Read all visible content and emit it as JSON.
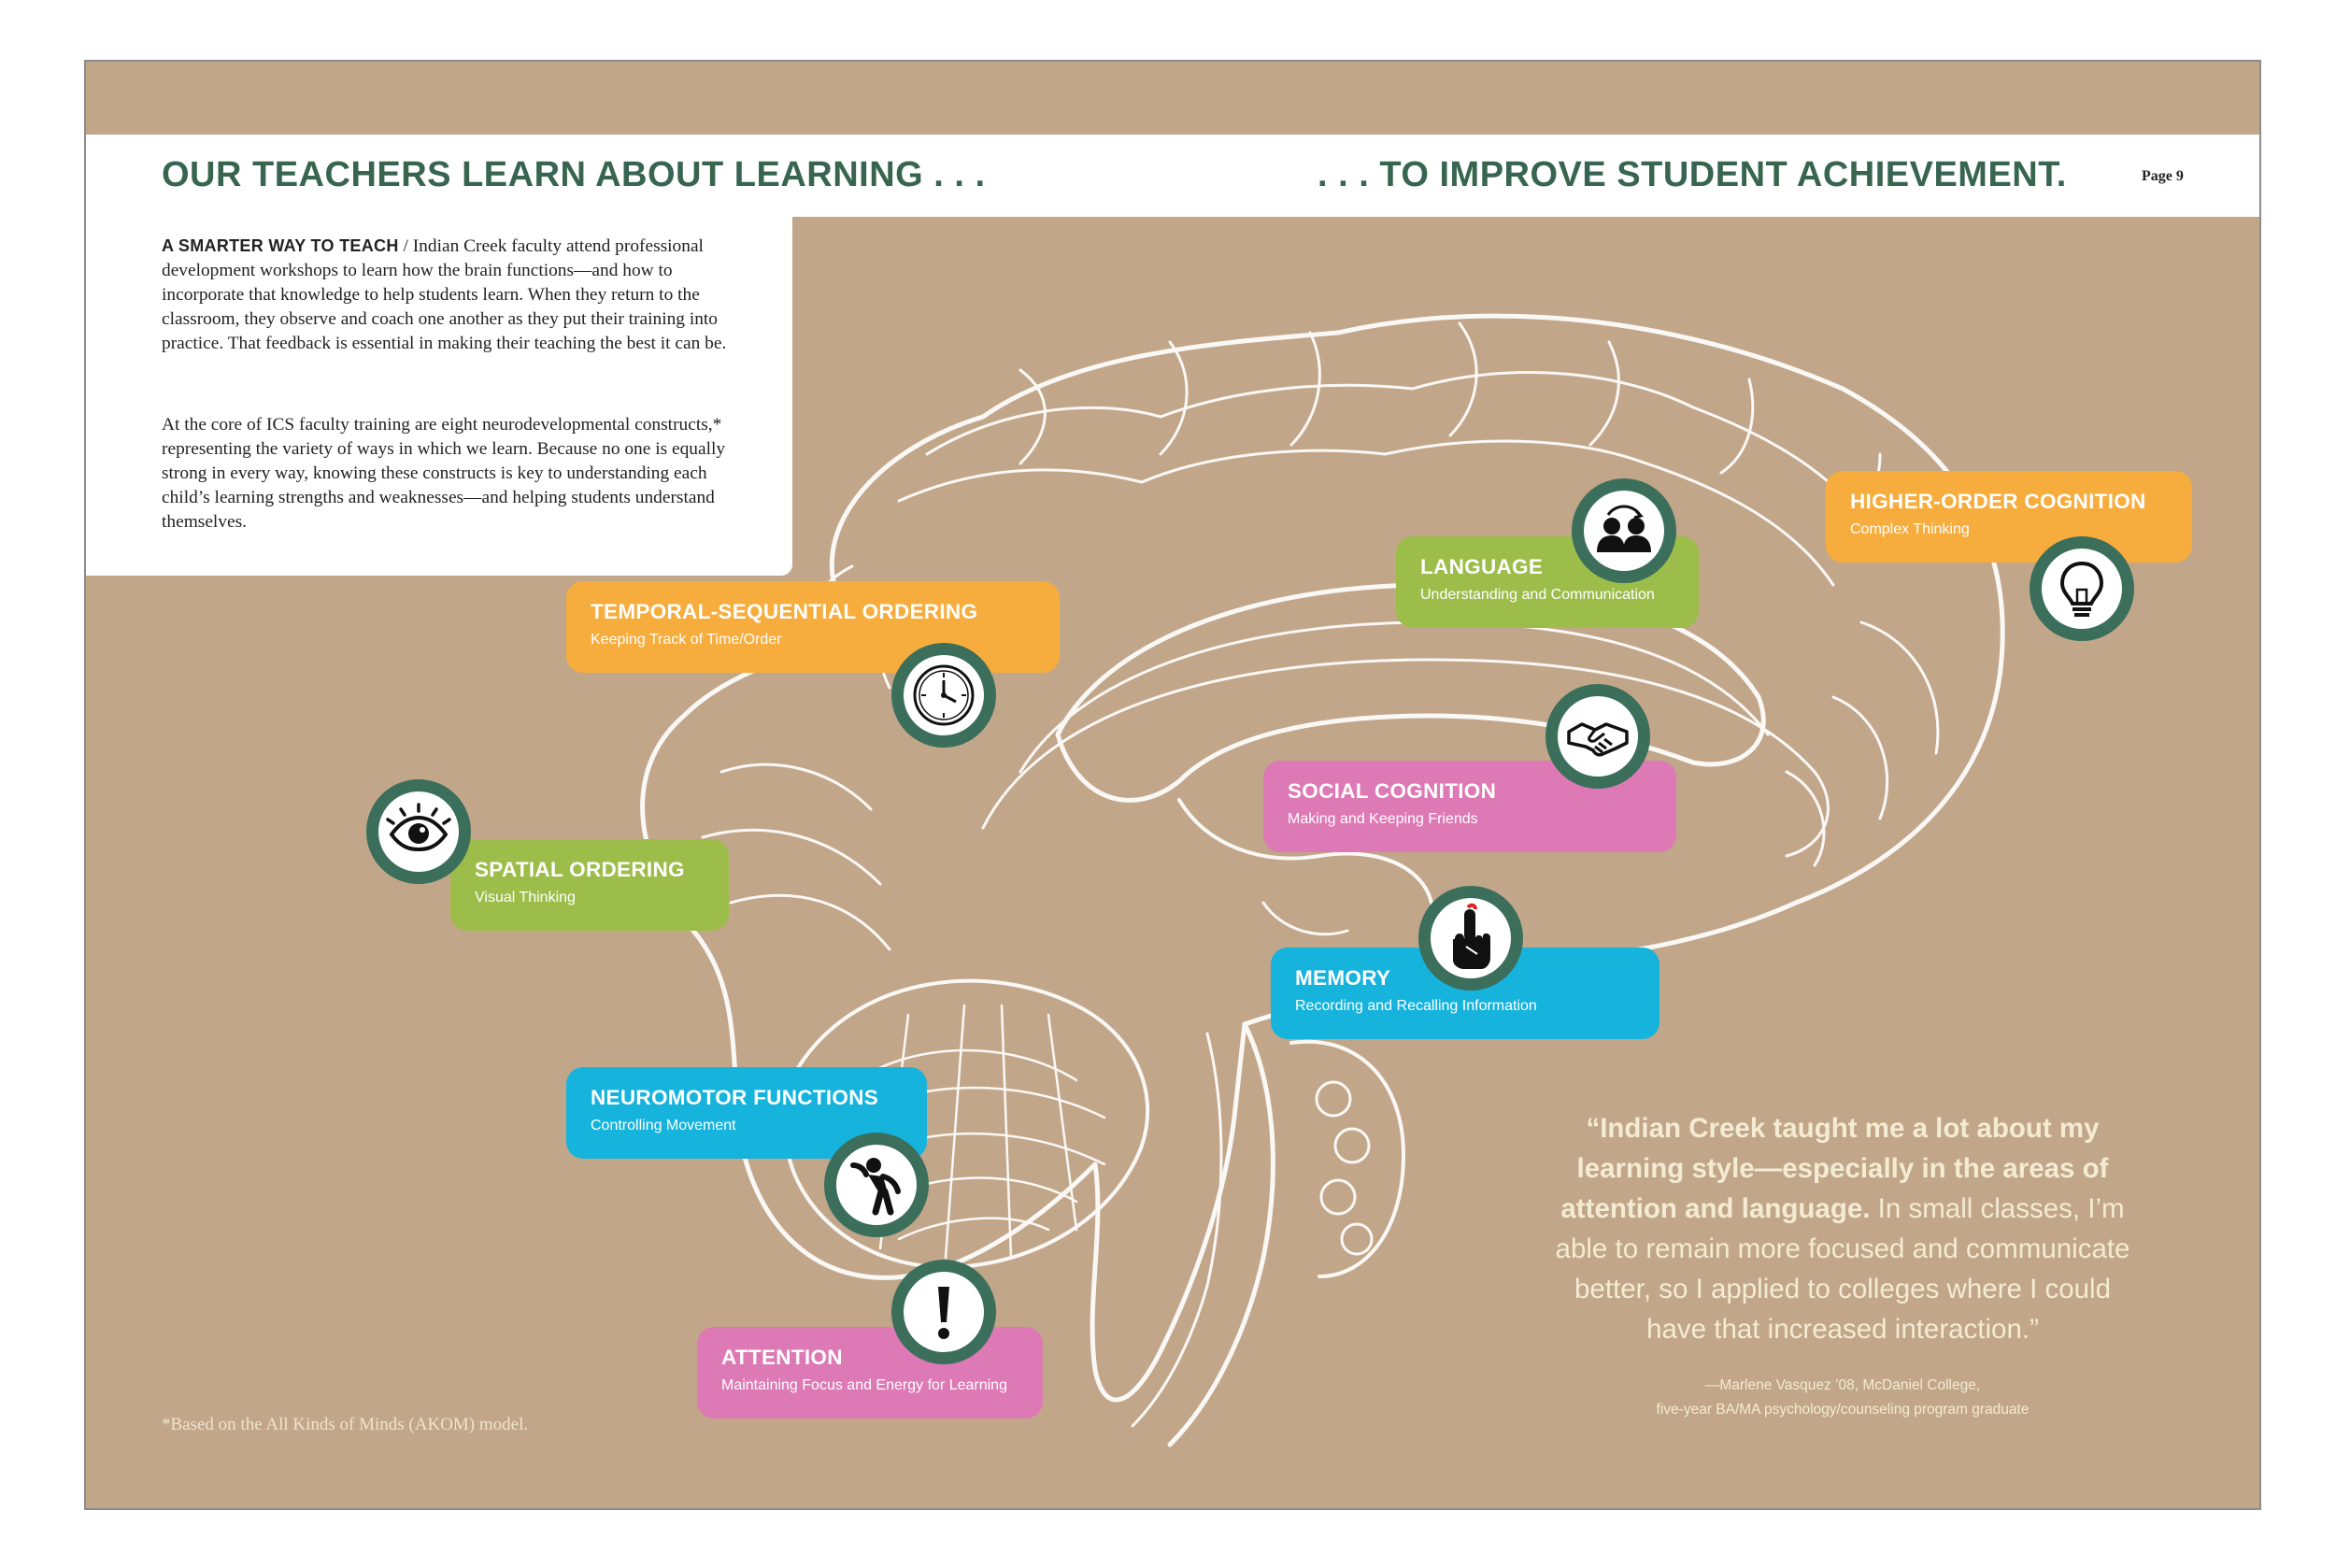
{
  "header": {
    "title_left": "OUR TEACHERS LEARN ABOUT LEARNING . . .",
    "title_right": ". . . TO IMPROVE STUDENT ACHIEVEMENT.",
    "page_number": "Page 9"
  },
  "intro": {
    "lead_in": "A SMARTER WAY TO TEACH",
    "paragraph1": " / Indian Creek faculty attend professional development workshops to learn how the brain functions—and how to incorporate that knowledge to help students learn. When they return to the classroom, they observe and coach one another as they put their training into practice. That feedback is essential in making their teaching the best it can be.",
    "paragraph2": "At the core of ICS faculty training are eight neurodevelopmental constructs,* representing the variety of ways in which we learn. Because no one is equally strong in every way, knowing these constructs is key to understanding each child’s learning strengths and weaknesses—and helping students understand themselves."
  },
  "colors": {
    "background": "#c2a68a",
    "header_green": "#376550",
    "badge_ring": "#3b6f5b",
    "orange": "#f6ad3d",
    "green": "#9dbd4a",
    "pink": "#dd79b4",
    "blue": "#16b3dd"
  },
  "constructs": {
    "temporal": {
      "title": "TEMPORAL-SEQUENTIAL ORDERING",
      "subtitle": "Keeping Track of Time/Order",
      "icon": "clock-icon"
    },
    "language": {
      "title": "LANGUAGE",
      "subtitle": "Understanding and Communication",
      "icon": "people-icon"
    },
    "higher_order": {
      "title": "HIGHER-ORDER COGNITION",
      "subtitle": "Complex Thinking",
      "icon": "lightbulb-icon"
    },
    "social": {
      "title": "SOCIAL COGNITION",
      "subtitle": "Making and Keeping Friends",
      "icon": "handshake-icon"
    },
    "spatial": {
      "title": "SPATIAL ORDERING",
      "subtitle": "Visual Thinking",
      "icon": "eye-icon"
    },
    "memory": {
      "title": "MEMORY",
      "subtitle": "Recording and Recalling Information",
      "icon": "finger-reminder-icon"
    },
    "neuromotor": {
      "title": "NEUROMOTOR FUNCTIONS",
      "subtitle": "Controlling Movement",
      "icon": "stretching-figure-icon"
    },
    "attention": {
      "title": "ATTENTION",
      "subtitle": "Maintaining Focus and Energy for Learning",
      "icon": "exclamation-icon"
    }
  },
  "quote": {
    "bold_part": "“Indian Creek taught me a lot about my learning style—especially in the areas of attention and language.",
    "regular_part": " In small classes, I’m able to remain more focused and communicate better, so I applied to colleges where I could have that increased interaction.”",
    "attribution_line1": "—Marlene Vasquez ’08, McDaniel College,",
    "attribution_line2": "five-year BA/MA psychology/counseling program graduate"
  },
  "footnote": "*Based on the All Kinds of Minds (AKOM) model."
}
